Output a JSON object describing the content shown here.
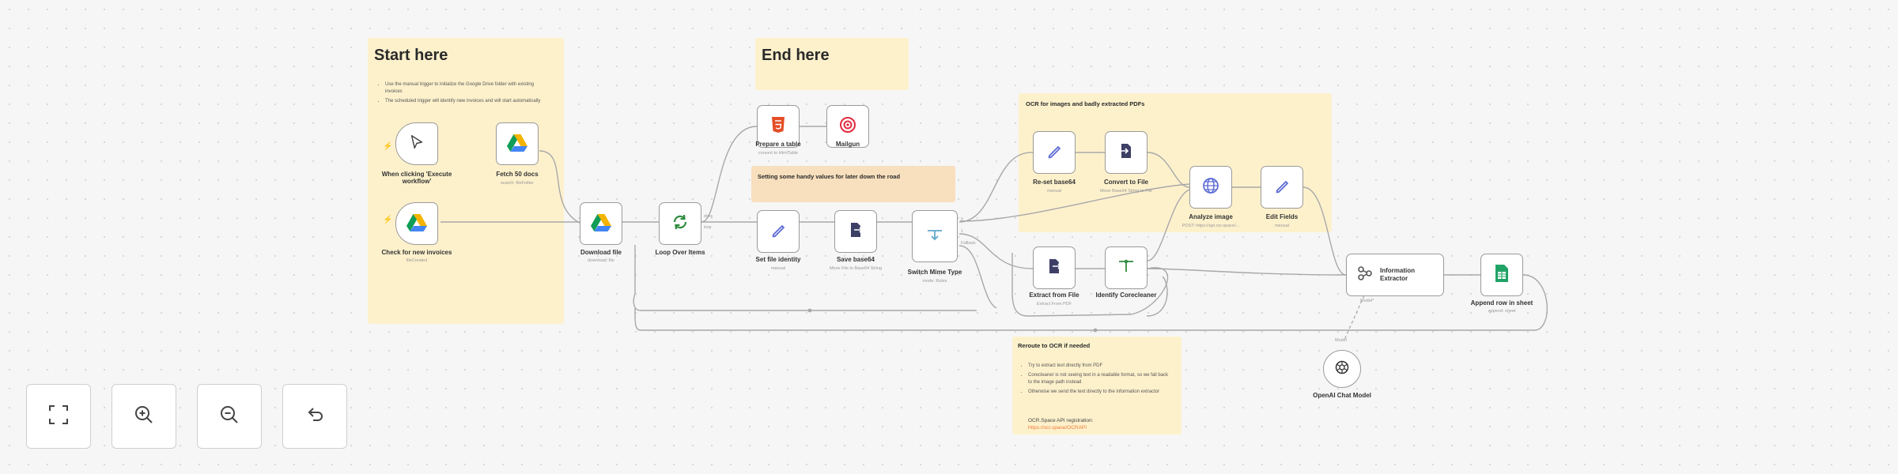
{
  "canvas": {
    "sticky_start": {
      "title": "Start here",
      "bullets": [
        "Use the manual trigger to initialize the Google Drive folder with existing invoices",
        "The scheduled trigger will identify new invoices and will start automatically"
      ]
    },
    "sticky_end": {
      "title": "End here"
    },
    "sticky_setting": {
      "title": "Setting some handy values for later down the road"
    },
    "sticky_ocr": {
      "title": "OCR for images and badly extracted PDFs"
    },
    "sticky_reroute": {
      "title": "Reroute to OCR if needed",
      "bullets": [
        "Try to extract text directly from PDF",
        "Corecleaner is not seeing text in a readable format, so we fall back to the image path instead",
        "Otherwise we send the text directly to the information extractor"
      ],
      "footer_label": "OCR.Space API registration:",
      "footer_link": "https://ocr.space/OCRAPI"
    },
    "nodes": {
      "manual_trigger": {
        "label": "When clicking 'Execute workflow'",
        "icon": "cursor-arrow-icon"
      },
      "fetch_docs": {
        "label": "Fetch 50 docs",
        "sub": "search: fileFolder",
        "icon": "google-drive-icon"
      },
      "check_invoices": {
        "label": "Check for new invoices",
        "sub": "fileCreated",
        "icon": "google-drive-icon"
      },
      "download_file": {
        "label": "Download file",
        "sub": "download: file",
        "icon": "google-drive-icon"
      },
      "loop_items": {
        "label": "Loop Over Items",
        "icon": "loop-icon"
      },
      "prepare_table": {
        "label": "Prepare a table",
        "sub": "convert to HtmlTable",
        "icon": "html5-icon"
      },
      "mailgun": {
        "label": "Mailgun",
        "icon": "mailgun-icon"
      },
      "set_file_identity": {
        "label": "Set file identity",
        "sub": "manual",
        "icon": "pencil-icon"
      },
      "save_base64": {
        "label": "Save base64",
        "sub": "Move File to Base64 String",
        "icon": "document-arrow-icon"
      },
      "switch_mime": {
        "label": "Switch Mime Type",
        "sub": "mode: Rules",
        "icon": "switch-icon"
      },
      "reset_base64": {
        "label": "Re-set base64",
        "sub": "manual",
        "icon": "pencil-icon"
      },
      "convert_file": {
        "label": "Convert to File",
        "sub": "Move Base64 String to File",
        "icon": "document-arrow-icon"
      },
      "analyze_image": {
        "label": "Analyze image",
        "sub": "POST: https://api.ocr.space/...",
        "icon": "globe-icon"
      },
      "edit_fields": {
        "label": "Edit Fields",
        "sub": "manual",
        "icon": "pencil-icon"
      },
      "extract_file": {
        "label": "Extract from File",
        "sub": "Extract From PDF",
        "icon": "document-arrow-icon"
      },
      "identify_corecleaner": {
        "label": "Identify Corecleaner",
        "icon": "filter-icon"
      },
      "info_extractor": {
        "label": "Information Extractor",
        "icon": "extractor-icon"
      },
      "append_sheet": {
        "label": "Append row in sheet",
        "sub": "append: sheet",
        "icon": "google-sheets-icon"
      },
      "openai_model": {
        "label": "OpenAI Chat Model",
        "icon": "openai-icon"
      }
    },
    "ports": {
      "loop_done": "done",
      "loop_loop": "loop",
      "switch_out_1": "0",
      "switch_out_2": "1",
      "switch_out_3": "Fallback",
      "extractor_model": "Model*",
      "model_port": "Model"
    }
  },
  "controls": [
    {
      "name": "fit-view-button",
      "icon": "fit-view-icon"
    },
    {
      "name": "zoom-in-button",
      "icon": "zoom-in-icon"
    },
    {
      "name": "zoom-out-button",
      "icon": "zoom-out-icon"
    },
    {
      "name": "reset-zoom-button",
      "icon": "undo-icon"
    }
  ],
  "colors": {
    "sticky_yellow": "#fdf1cc",
    "sticky_orange": "#f8dfbd",
    "drive_blue": "#4285f4",
    "drive_green": "#0f9d58",
    "drive_yellow": "#f4b400",
    "pencil_blue": "#5c6bd4",
    "switch_teal": "#5ea8c9",
    "mailgun_red": "#e02c3f",
    "html5_orange": "#e44d26",
    "sheets_green": "#21a366",
    "loop_green": "#2e8b3d",
    "trigger_bolt": "#ef5b4b"
  }
}
